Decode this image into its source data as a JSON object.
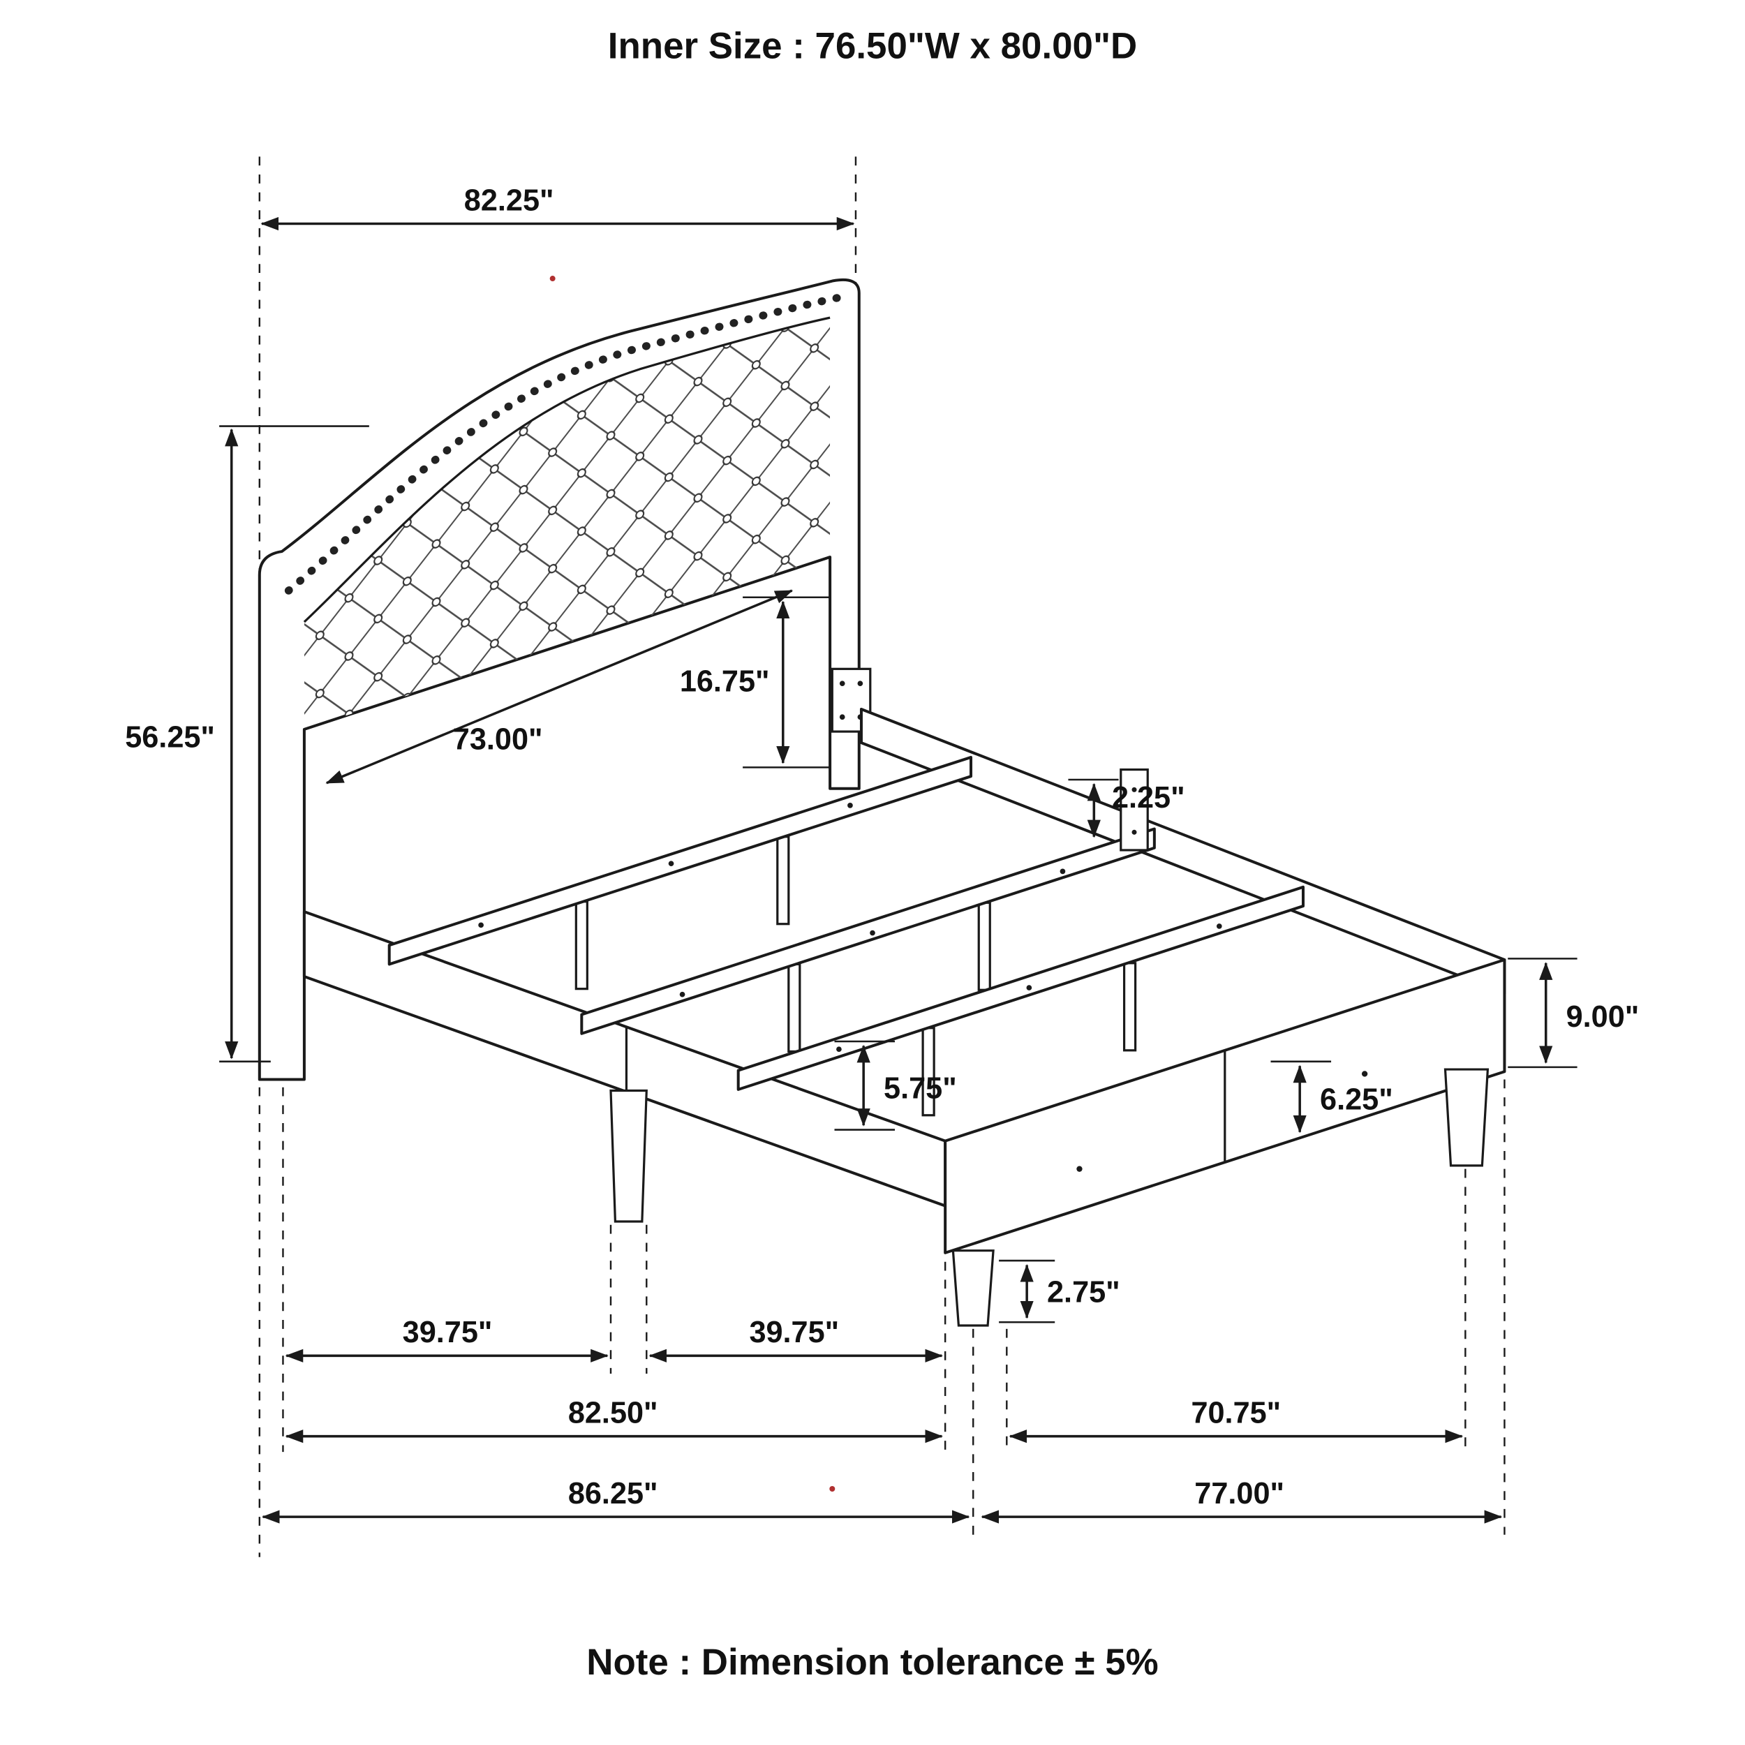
{
  "title": "Inner Size : 76.50\"W x 80.00\"D",
  "note": "Note : Dimension tolerance ± 5%",
  "dimensions": {
    "headboard_width": "82.25\"",
    "headboard_height": "56.25\"",
    "headboard_inner_width": "73.00\"",
    "headboard_panel_height": "16.75\"",
    "rail_gap": "2.25\"",
    "footboard_end_height": "9.00\"",
    "center_support_height": "5.75\"",
    "footboard_inner_height": "6.25\"",
    "front_leg_height": "2.75\"",
    "leg_span_left": "39.75\"",
    "leg_span_right": "39.75\"",
    "frame_length": "82.50\"",
    "footboard_width": "70.75\"",
    "overall_length": "86.25\"",
    "overall_width": "77.00\""
  }
}
